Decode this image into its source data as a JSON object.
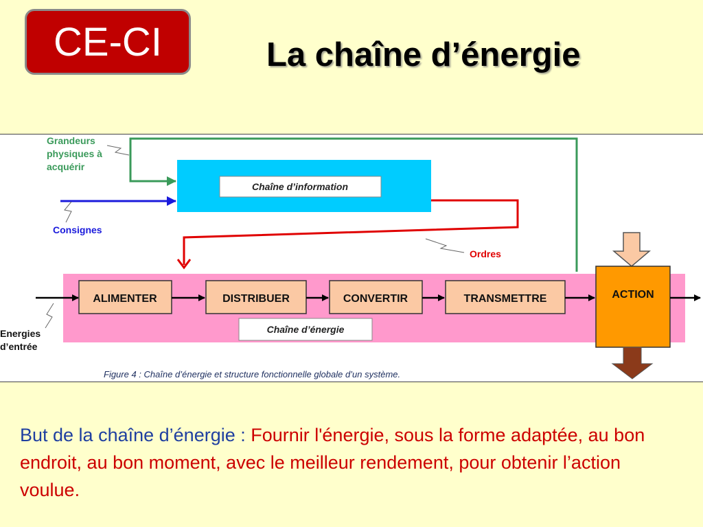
{
  "header": {
    "badge": "CE-CI",
    "title": "La chaîne d’énergie"
  },
  "diagram": {
    "inputs": {
      "grandeurs": [
        "Grandeurs",
        "physiques à",
        "acquérir"
      ],
      "consignes": "Consignes",
      "ordres": "Ordres",
      "energies": [
        "Energies",
        "d’entrée"
      ]
    },
    "info_chain_label": "Chaîne d’information",
    "energy_chain_label": "Chaîne d’énergie",
    "blocks": [
      "ALIMENTER",
      "DISTRIBUER",
      "CONVERTIR",
      "TRANSMETTRE"
    ],
    "action": "ACTION",
    "caption": "Figure 4 : Chaîne d’énergie et structure fonctionnelle globale d’un système."
  },
  "body": {
    "lead": "But de la chaîne d’énergie : ",
    "text": "Fournir l'énergie, sous la forme adaptée, au bon endroit, au bon moment, avec le meilleur rendement, pour obtenir l’action voulue."
  },
  "colors": {
    "badge": "#c00000",
    "info_chain": "#00ccff",
    "energy_chain": "#ff99cc",
    "block": "#fbc9a4",
    "action": "#ff9900",
    "green_arrow": "#3a9a5a",
    "blue_arrow": "#1a1adc",
    "red_arrow": "#e00000"
  }
}
